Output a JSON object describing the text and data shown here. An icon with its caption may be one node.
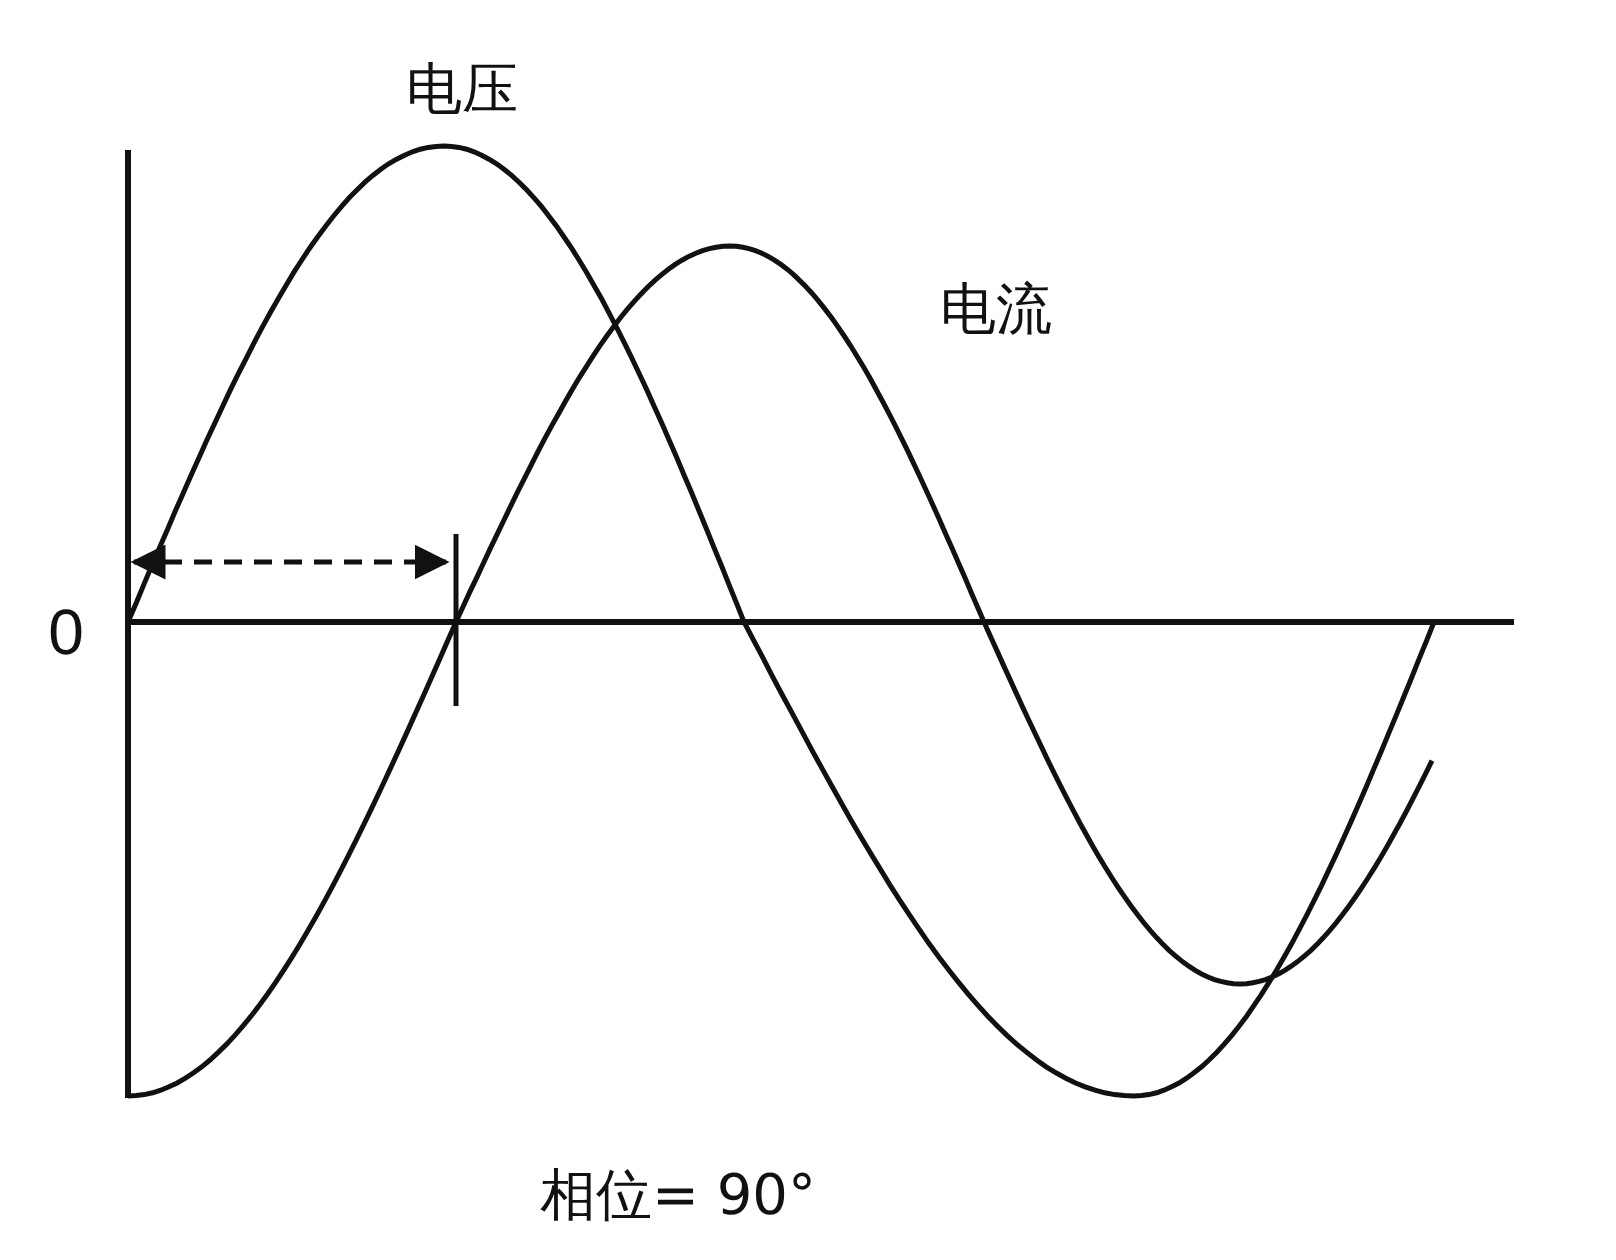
{
  "diagram": {
    "labels": [
      "电压",
      "电流",
      "0",
      "相位= 90°"
    ]
  }
}
